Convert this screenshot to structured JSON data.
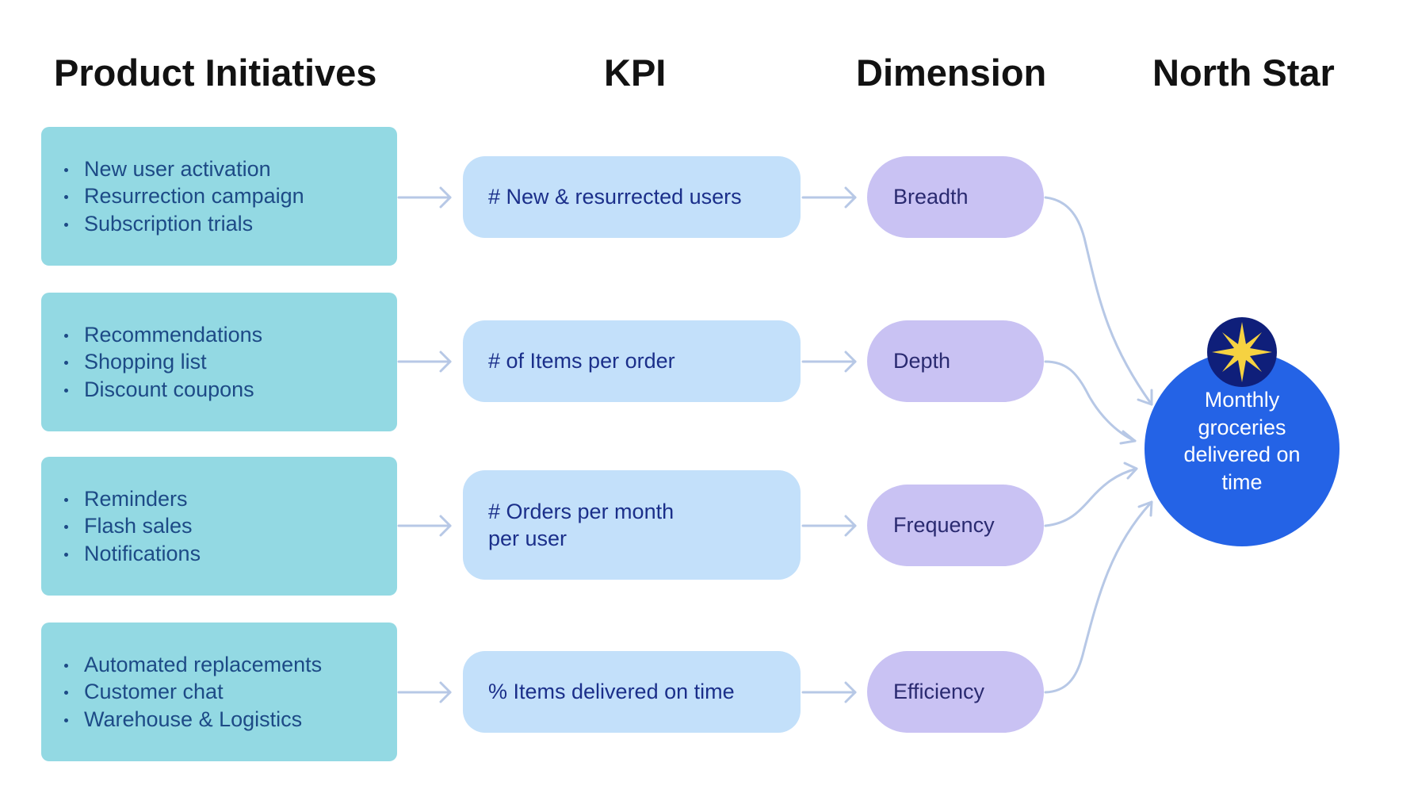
{
  "headers": {
    "initiatives": "Product Initiatives",
    "kpi": "KPI",
    "dimension": "Dimension",
    "north_star": "North Star"
  },
  "rows": [
    {
      "initiatives": [
        "New user activation",
        "Resurrection campaign",
        "Subscription trials"
      ],
      "kpi": "# New & resurrected users",
      "dimension": "Breadth"
    },
    {
      "initiatives": [
        "Recommendations",
        "Shopping list",
        "Discount coupons"
      ],
      "kpi": "# of Items per order",
      "dimension": "Depth"
    },
    {
      "initiatives": [
        "Reminders",
        "Flash sales",
        "Notifications"
      ],
      "kpi": "# Orders per month\nper user",
      "dimension": "Frequency"
    },
    {
      "initiatives": [
        "Automated replacements",
        "Customer chat",
        "Warehouse & Logistics"
      ],
      "kpi": "% Items delivered on time",
      "dimension": "Efficiency"
    }
  ],
  "north_star": {
    "label": "Monthly groceries delivered on time",
    "icon": "star-icon"
  },
  "colors": {
    "initiative_fill": "#93d9e3",
    "kpi_fill": "#c3e0fa",
    "dimension_fill": "#c9c2f3",
    "north_star_fill": "#2463e6",
    "star_badge_fill": "#0f1f7a",
    "star_fill": "#f6d241",
    "connector": "#b7c8e6"
  }
}
